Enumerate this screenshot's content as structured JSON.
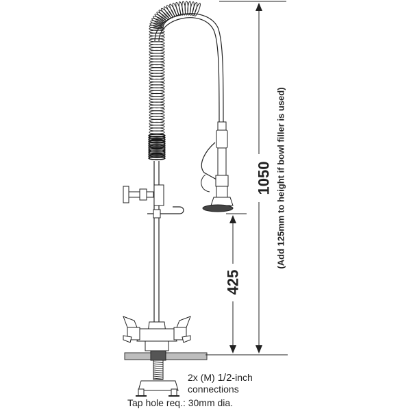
{
  "dimensions": {
    "total_height": "1050",
    "total_height_note": "(Add 125mm to height if bowl filler is used)",
    "spout_height": "425"
  },
  "connections": {
    "line1_prefix": "2x (M) ",
    "line1_fraction": "1/2",
    "line1_suffix": "-inch",
    "line2": "connections"
  },
  "tap_hole": "Tap hole req.: 30mm dia."
}
